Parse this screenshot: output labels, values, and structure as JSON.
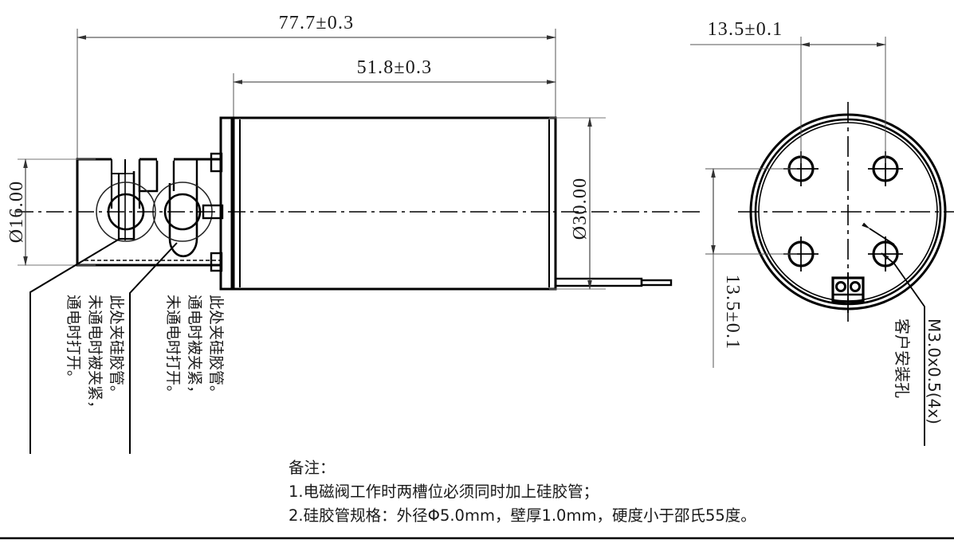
{
  "drawing": {
    "type": "engineering-drawing",
    "subject": "pinch solenoid valve",
    "background_color": "#ffffff",
    "line_color": "#000000",
    "dimension_line_color": "#444444"
  },
  "dimensions": {
    "overall_length": "77.7±0.3",
    "body_length": "51.8±0.3",
    "head_diameter": "Ø16.00",
    "body_diameter": "Ø30.00",
    "hole_spacing_horizontal": "13.5±0.1",
    "hole_spacing_vertical": "13.5±0.1"
  },
  "callouts": {
    "mounting_thread": "M3.0x0.5(4x)",
    "mounting_hole_label": "客户安装孔",
    "left_annotation": {
      "lines": [
        "此处夹硅胶管。",
        "未通电时被夹紧，",
        "通电时打开。"
      ]
    },
    "right_annotation": {
      "lines": [
        "此处夹硅胶管。",
        "通电时被夹紧，",
        "未通电时打开。"
      ]
    }
  },
  "notes": {
    "heading": "备注：",
    "items": [
      "1.电磁阀工作时两槽位必须同时加上硅胶管；",
      "2.硅胶管规格：外径Φ5.0mm，壁厚1.0mm，硬度小于邵氏55度。"
    ]
  },
  "views": {
    "side_view_name": "side-section-view",
    "front_view_name": "front-end-view"
  }
}
